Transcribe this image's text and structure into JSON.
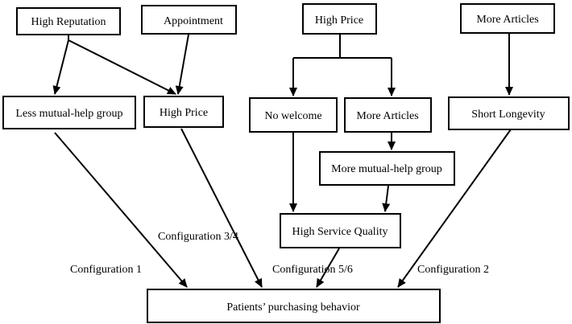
{
  "diagram": {
    "nodes": {
      "high_reputation": "High Reputation",
      "appointment": "Appointment",
      "high_price_top": "High Price",
      "more_articles_top": "More Articles",
      "less_mutual_help": "Less mutual-help group",
      "high_price_mid": "High Price",
      "no_welcome": "No welcome",
      "more_articles_mid": "More Articles",
      "short_longevity": "Short Longevity",
      "more_mutual_help": "More mutual-help group",
      "high_service_quality": "High Service Quality",
      "purchasing_behavior": "Patients’ purchasing behavior"
    },
    "configurations": {
      "config_1": "Configuration 1",
      "config_34": "Configuration 3/4",
      "config_56": "Configuration 5/6",
      "config_2": "Configuration 2"
    },
    "colors": {
      "stroke": "#000000",
      "background": "#ffffff"
    }
  }
}
